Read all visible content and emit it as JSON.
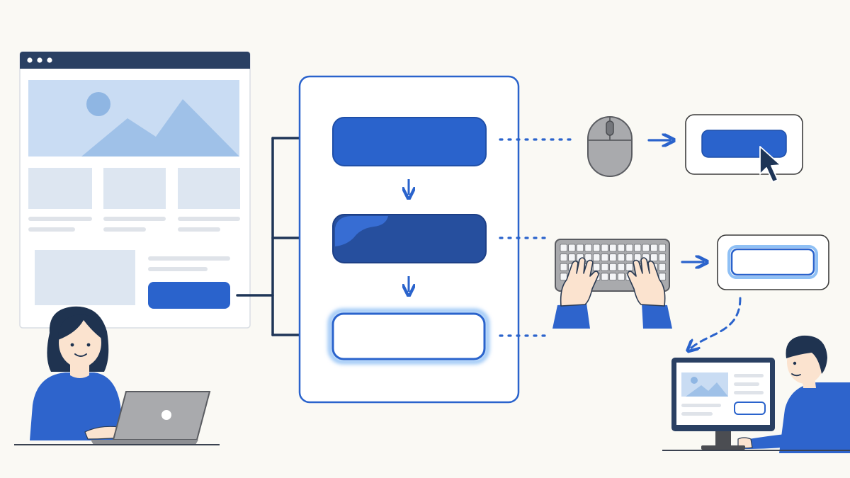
{
  "colors": {
    "background": "#faf9f4",
    "navy": "#1e3557",
    "primary_blue": "#2a63cc",
    "deep_blue": "#264f9e",
    "light_blue": "#c9dcf3",
    "mid_blue": "#9fc1e8",
    "skeleton": "#dde6f1",
    "gray_device": "#a9aaad",
    "dark_gray": "#5a5c61",
    "skin": "#fbe3cf",
    "hair": "#1f3350",
    "shirt": "#2e64cc"
  },
  "diagram": {
    "webpage_mockup": {
      "window_dots": 3,
      "icons": [
        "image-placeholder-icon"
      ],
      "cta_button_style": "filled"
    },
    "flow_states": [
      {
        "name": "default",
        "style": "filled"
      },
      {
        "name": "hover",
        "style": "filled-darker"
      },
      {
        "name": "focus",
        "style": "outlined-glow"
      }
    ],
    "inputs": [
      {
        "name": "mouse",
        "icon": "mouse-icon",
        "result_icon": "pointer-cursor-icon"
      },
      {
        "name": "keyboard",
        "icon": "keyboard-icon",
        "result_icon": "focus-ring-icon"
      }
    ],
    "people": [
      {
        "name": "designer-with-laptop",
        "icon": "laptop-icon"
      },
      {
        "name": "viewer-at-monitor",
        "icon": "monitor-icon"
      }
    ]
  }
}
